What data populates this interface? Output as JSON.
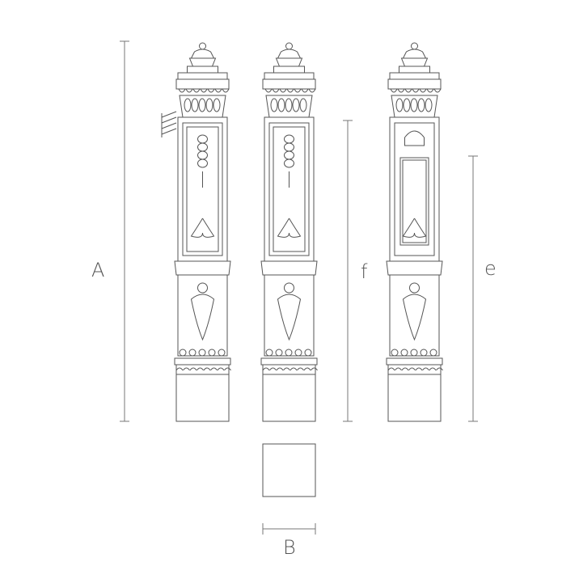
{
  "dimensions": {
    "height_overall": "A",
    "width": "B",
    "height_front": "f",
    "height_side": "e"
  },
  "colors": {
    "line": "#555555",
    "dim_line": "#777777",
    "background": "#ffffff"
  }
}
